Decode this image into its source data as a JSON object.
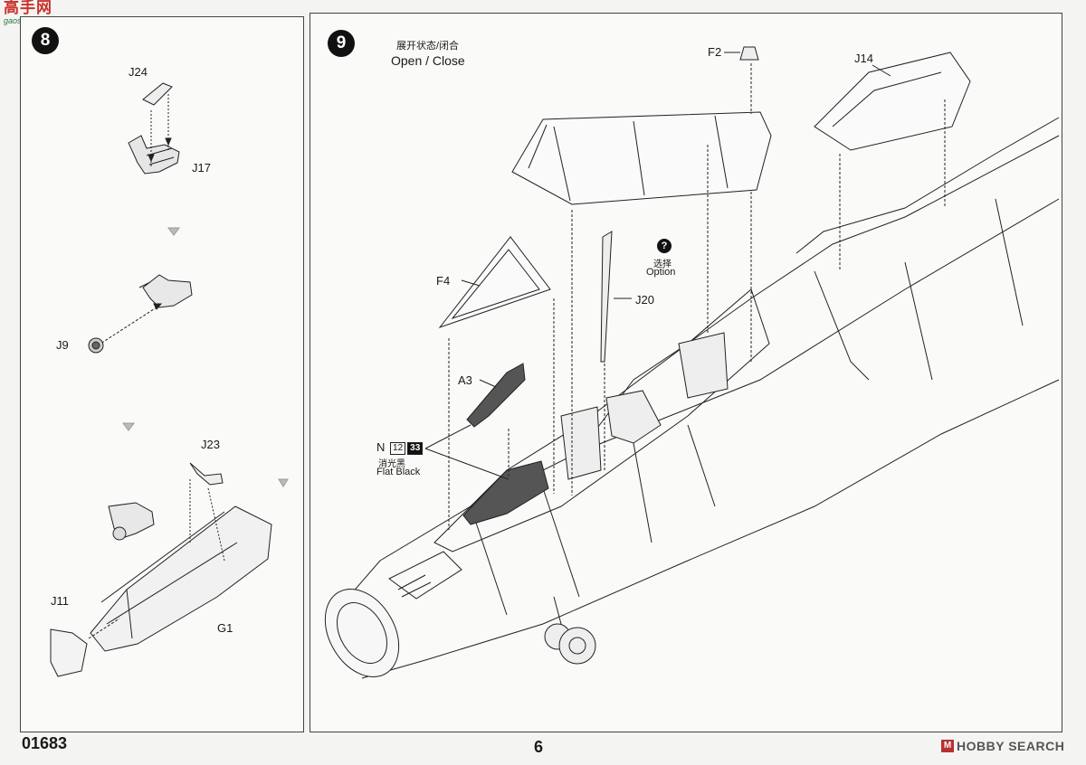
{
  "watermark_top": {
    "cn": "高手网",
    "url": "gaoshou.com"
  },
  "steps": [
    {
      "number": "8"
    },
    {
      "number": "9",
      "title_cn": "展开状态/闭合",
      "title_en": "Open / Close"
    }
  ],
  "parts_step8": [
    "J24",
    "J17",
    "J9",
    "J23",
    "J11",
    "G1"
  ],
  "parts_step9": [
    "F2",
    "J14",
    "F4",
    "J20",
    "A3"
  ],
  "option": {
    "symbol": "?",
    "cn": "选择",
    "en": "Option"
  },
  "paint": {
    "code_letter": "N",
    "code_1": "12",
    "code_2": "33",
    "cn": "消光黑",
    "en": "Flat Black"
  },
  "footer": {
    "product_code": "01683",
    "page_number": "6",
    "watermark": "HOBBY SEARCH",
    "watermark_logo": "M"
  },
  "colors": {
    "ink": "#1a1a1a",
    "flat_black_part": "#555555",
    "watermark_red": "#b8312f"
  }
}
